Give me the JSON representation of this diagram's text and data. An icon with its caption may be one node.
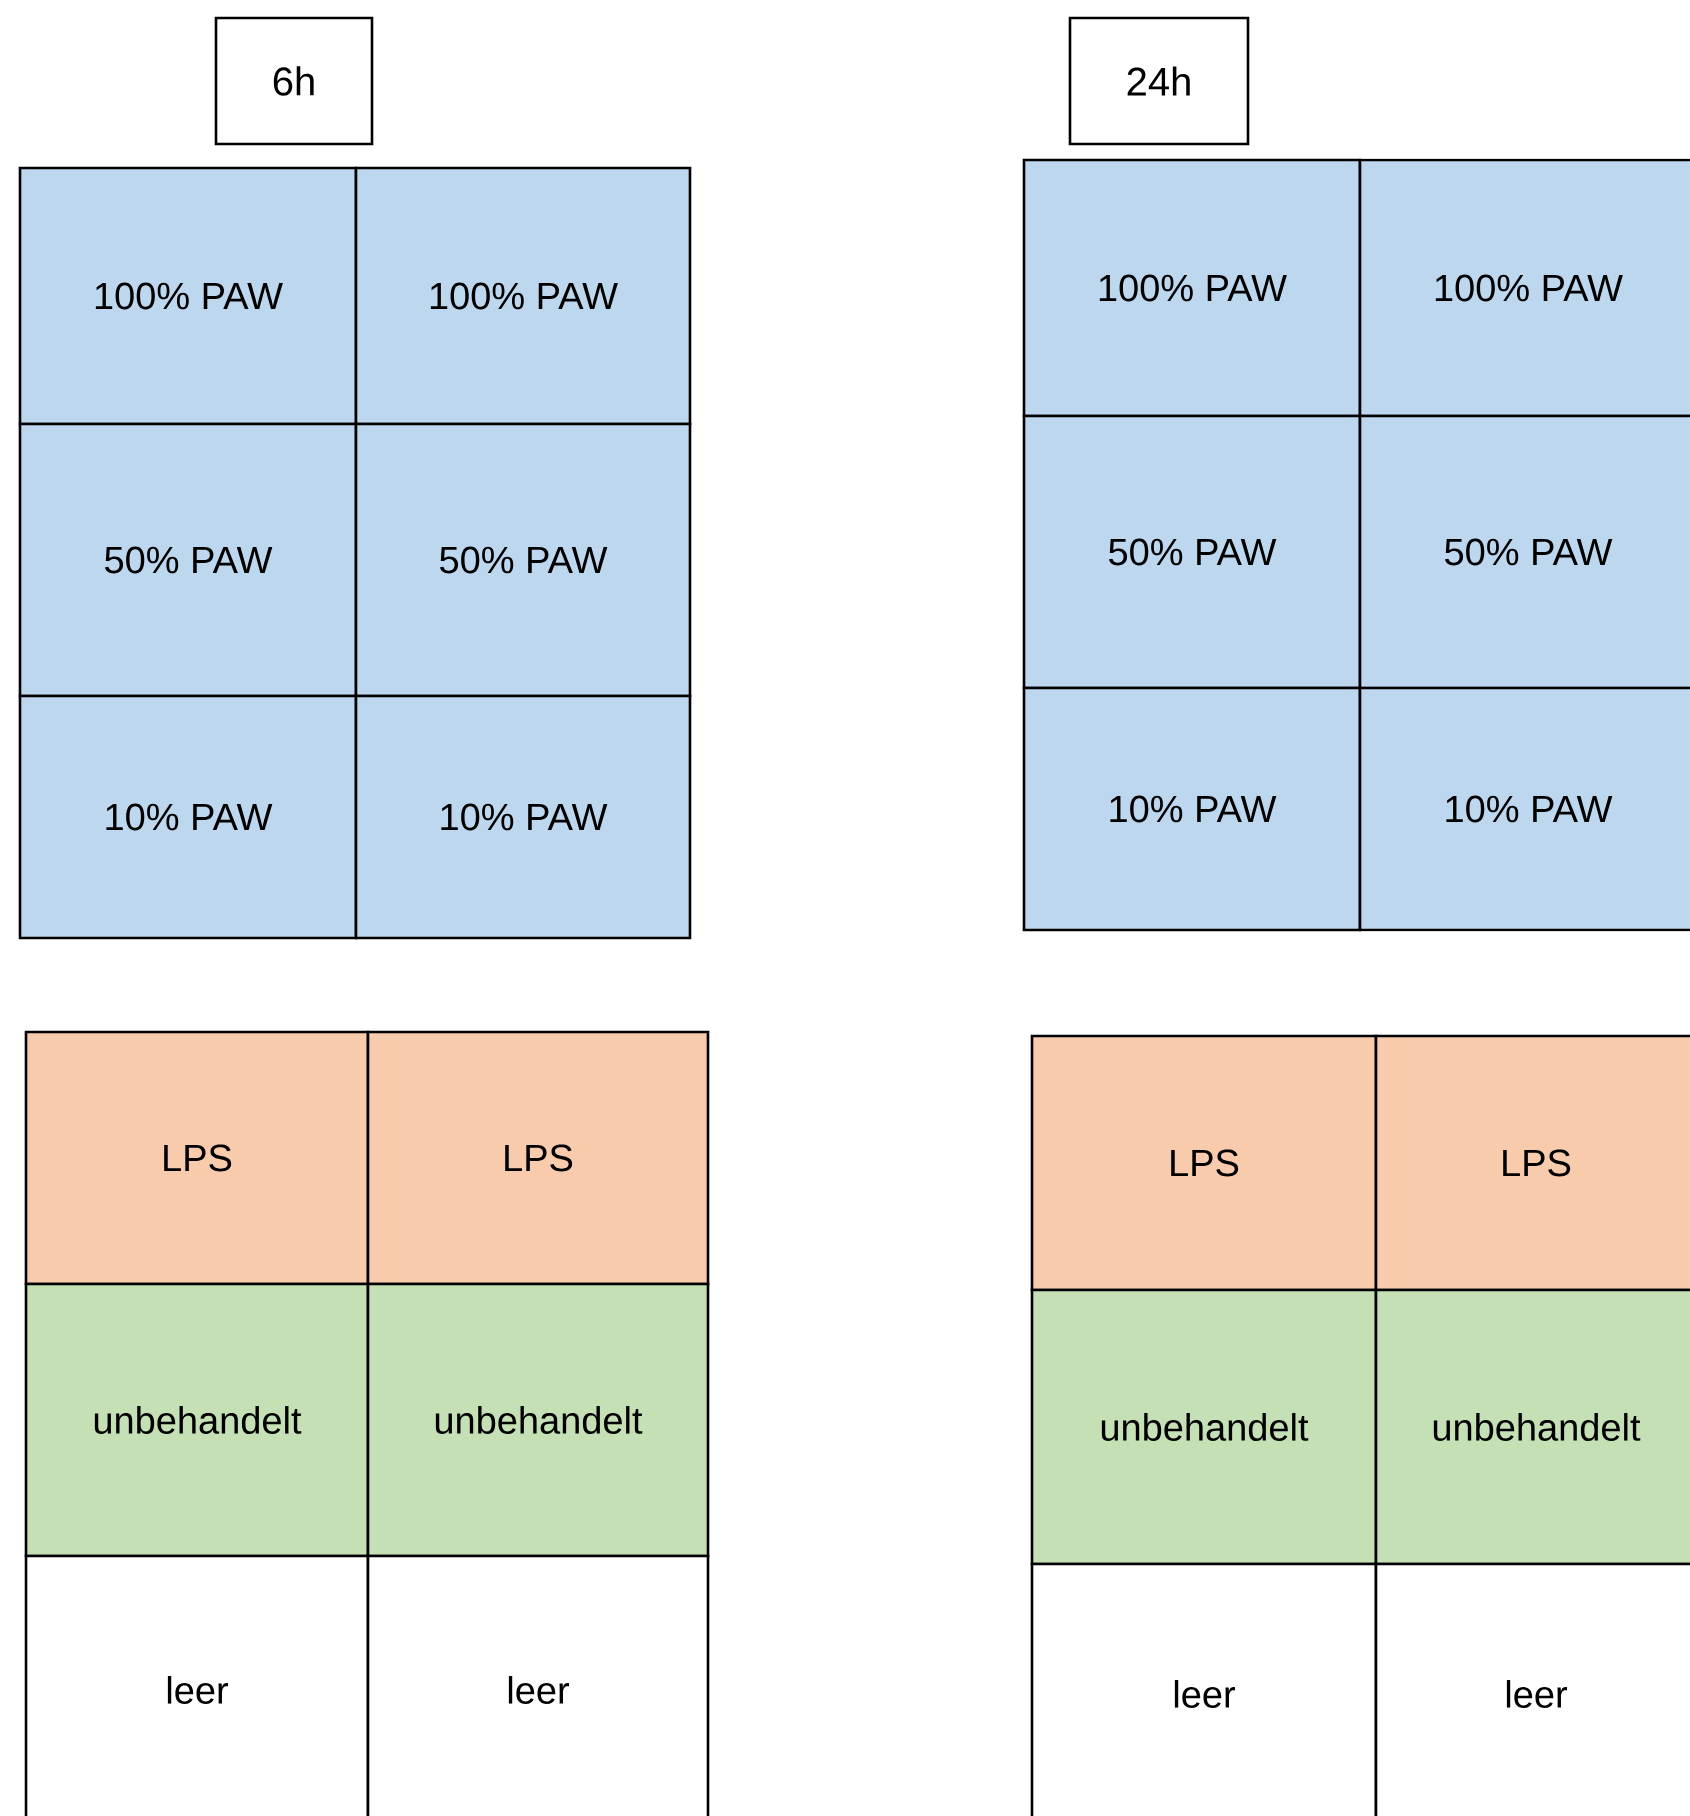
{
  "diagram": {
    "nodes": [
      {
        "text": [
          "6h"
        ]
      },
      {
        "text": [
          "24h"
        ]
      },
      {
        "text": [
          "100% PAW"
        ]
      },
      {
        "text": [
          "100% PAW"
        ]
      },
      {
        "text": [
          "50% PAW"
        ]
      },
      {
        "text": [
          "50% PAW"
        ]
      },
      {
        "text": [
          "10% PAW"
        ]
      },
      {
        "text": [
          "10% PAW"
        ]
      },
      {
        "text": [
          "100% PAW"
        ]
      },
      {
        "text": [
          "100% PAW"
        ]
      },
      {
        "text": [
          "50% PAW"
        ]
      },
      {
        "text": [
          "50% PAW"
        ]
      },
      {
        "text": [
          "10% PAW"
        ]
      },
      {
        "text": [
          "10% PAW"
        ]
      },
      {
        "text": [
          "LPS"
        ]
      },
      {
        "text": [
          "LPS"
        ]
      },
      {
        "text": [
          "unbehandelt"
        ]
      },
      {
        "text": [
          "unbehandelt"
        ]
      },
      {
        "text": [
          "leer"
        ]
      },
      {
        "text": [
          "leer"
        ]
      },
      {
        "text": [
          "LPS"
        ]
      },
      {
        "text": [
          "LPS"
        ]
      },
      {
        "text": [
          "unbehandelt"
        ]
      },
      {
        "text": [
          "unbehandelt"
        ]
      },
      {
        "text": [
          "leer"
        ]
      },
      {
        "text": [
          "leer"
        ]
      }
    ]
  }
}
